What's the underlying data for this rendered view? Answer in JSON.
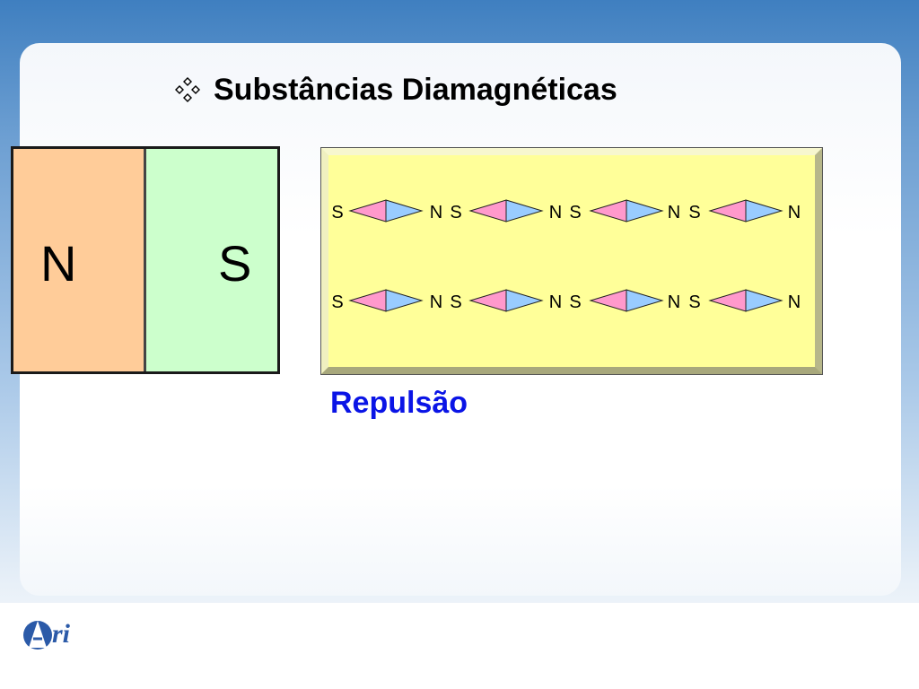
{
  "slide": {
    "title": "Substâncias Diamagnéticas",
    "bullet_icon": "diamond-four-bullet-icon"
  },
  "magnet": {
    "north_label": "N",
    "south_label": "S",
    "colors": {
      "north": "#ffcc99",
      "south": "#ccffcc"
    }
  },
  "dipoles": {
    "rows": [
      [
        "S",
        "N",
        "S",
        "N",
        "S",
        "N",
        "S",
        "N"
      ],
      [
        "S",
        "N",
        "S",
        "N",
        "S",
        "N",
        "S",
        "N"
      ]
    ],
    "colors": {
      "left_half": "#ff99cc",
      "right_half": "#99ccff",
      "panel": "#ffff99"
    }
  },
  "caption": "Repulsão",
  "logo": {
    "text": "Ari"
  }
}
